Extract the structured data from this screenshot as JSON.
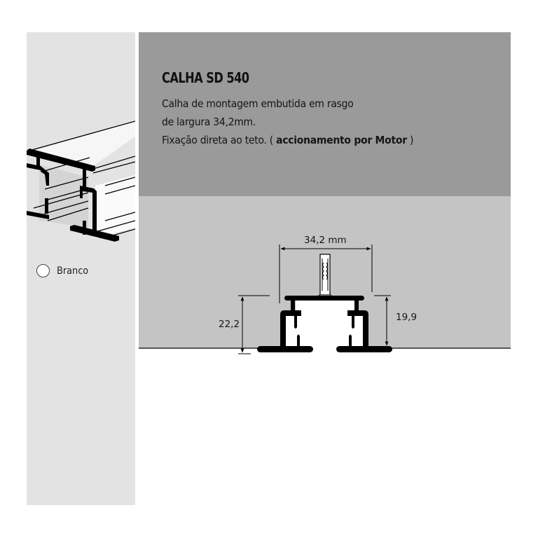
{
  "product": {
    "title": "CALHA SD 540",
    "description": {
      "line1": "Calha de montagem embutida em rasgo",
      "line2": "de largura 34,2mm.",
      "line3_prefix": "Fixação direta ao teto. ( ",
      "line3_bold": "accionamento por Motor",
      "line3_suffix": " )"
    }
  },
  "colors": {
    "options": [
      {
        "label": "Branco",
        "hex": "#ffffff"
      }
    ]
  },
  "diagram": {
    "width_label": "34,2 mm",
    "total_height_label": "22,2",
    "body_height_label": "19,9"
  },
  "palette": {
    "left_panel": "#e3e3e3",
    "top_band": "#9a9a9a",
    "mid_band": "#c4c4c4",
    "profile": "#000000"
  }
}
